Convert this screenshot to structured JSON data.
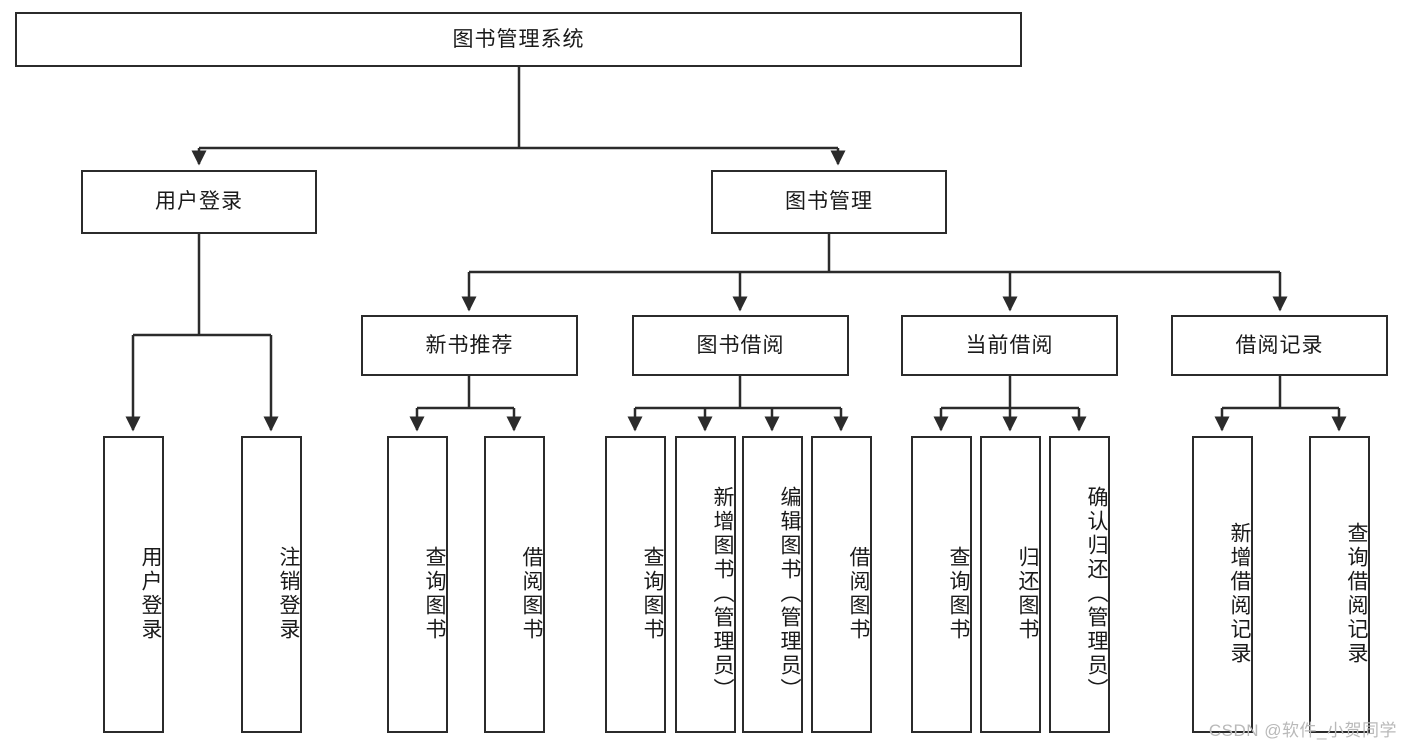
{
  "diagram": {
    "type": "tree",
    "title_node": "图书管理系统",
    "colors": {
      "box_border": "#2b2b2b",
      "box_fill": "#ffffff",
      "connector": "#2b2b2b",
      "text": "#1a1a1a",
      "watermark": "#b9b9b9"
    },
    "nodes": {
      "root": {
        "label": "图书管理系统"
      },
      "l2": [
        {
          "id": "user-login",
          "label": "用户登录"
        },
        {
          "id": "book-manage",
          "label": "图书管理"
        }
      ],
      "l3": [
        {
          "id": "new-book-recommend",
          "label": "新书推荐"
        },
        {
          "id": "book-borrow",
          "label": "图书借阅"
        },
        {
          "id": "current-borrow",
          "label": "当前借阅"
        },
        {
          "id": "borrow-record",
          "label": "借阅记录"
        }
      ],
      "leaves": {
        "user-login": [
          {
            "id": "leaf-user-login",
            "label": "用户登录"
          },
          {
            "id": "leaf-logout-login",
            "label": "注销登录"
          }
        ],
        "new-book-recommend": [
          {
            "id": "leaf-query-book-1",
            "label": "查询图书"
          },
          {
            "id": "leaf-borrow-book-1",
            "label": "借阅图书"
          }
        ],
        "book-borrow": [
          {
            "id": "leaf-query-book-2",
            "label": "查询图书"
          },
          {
            "id": "leaf-add-book-admin",
            "label": "新增图书（管理员）"
          },
          {
            "id": "leaf-edit-book-admin",
            "label": "编辑图书（管理员）"
          },
          {
            "id": "leaf-borrow-book-2",
            "label": "借阅图书"
          }
        ],
        "current-borrow": [
          {
            "id": "leaf-query-book-3",
            "label": "查询图书"
          },
          {
            "id": "leaf-return-book",
            "label": "归还图书"
          },
          {
            "id": "leaf-confirm-return-admin",
            "label": "确认归还（管理员）"
          }
        ],
        "borrow-record": [
          {
            "id": "leaf-add-borrow-record",
            "label": "新增借阅记录"
          },
          {
            "id": "leaf-query-borrow-record",
            "label": "查询借阅记录"
          }
        ]
      }
    }
  },
  "watermark": {
    "text": "CSDN @软件_小贺同学"
  }
}
